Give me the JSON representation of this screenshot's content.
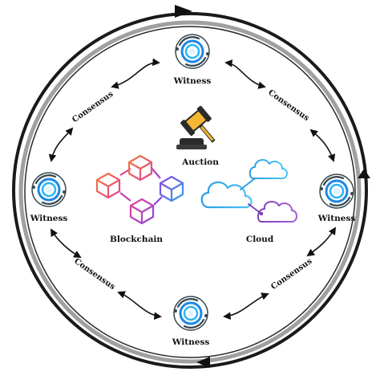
{
  "nodes": {
    "witness_top": "Witness",
    "witness_left": "Witness",
    "witness_right": "Witness",
    "witness_bottom": "Witness",
    "auction": "Auction",
    "blockchain": "Blockchain",
    "cloud": "Cloud"
  },
  "edges": {
    "consensus_top_left": "Consensus",
    "consensus_top_right": "Consensus",
    "consensus_bottom_left": "Consensus",
    "consensus_bottom_right": "Consensus"
  },
  "colors": {
    "ring_dark": "#1a1a1a",
    "ring_light": "#9a9a9a",
    "witness_ring": "#1e88e5",
    "witness_core": "#29b6f6",
    "witness_bg": "#37474f",
    "hammer_head": "#f5b731",
    "hammer_base": "#2b2b2b",
    "cloud_blue": "#2a9de0",
    "cloud_purple": "#7b3fb7",
    "cube_orange": "#f07a3a",
    "cube_pink": "#e6408f",
    "cube_purple": "#8e46e0",
    "cube_blue": "#2fa0ea"
  },
  "icons": {
    "witness": "witness-node-icon",
    "auction": "gavel-icon",
    "blockchain": "blockchain-cubes-icon",
    "cloud": "cloud-icon"
  }
}
